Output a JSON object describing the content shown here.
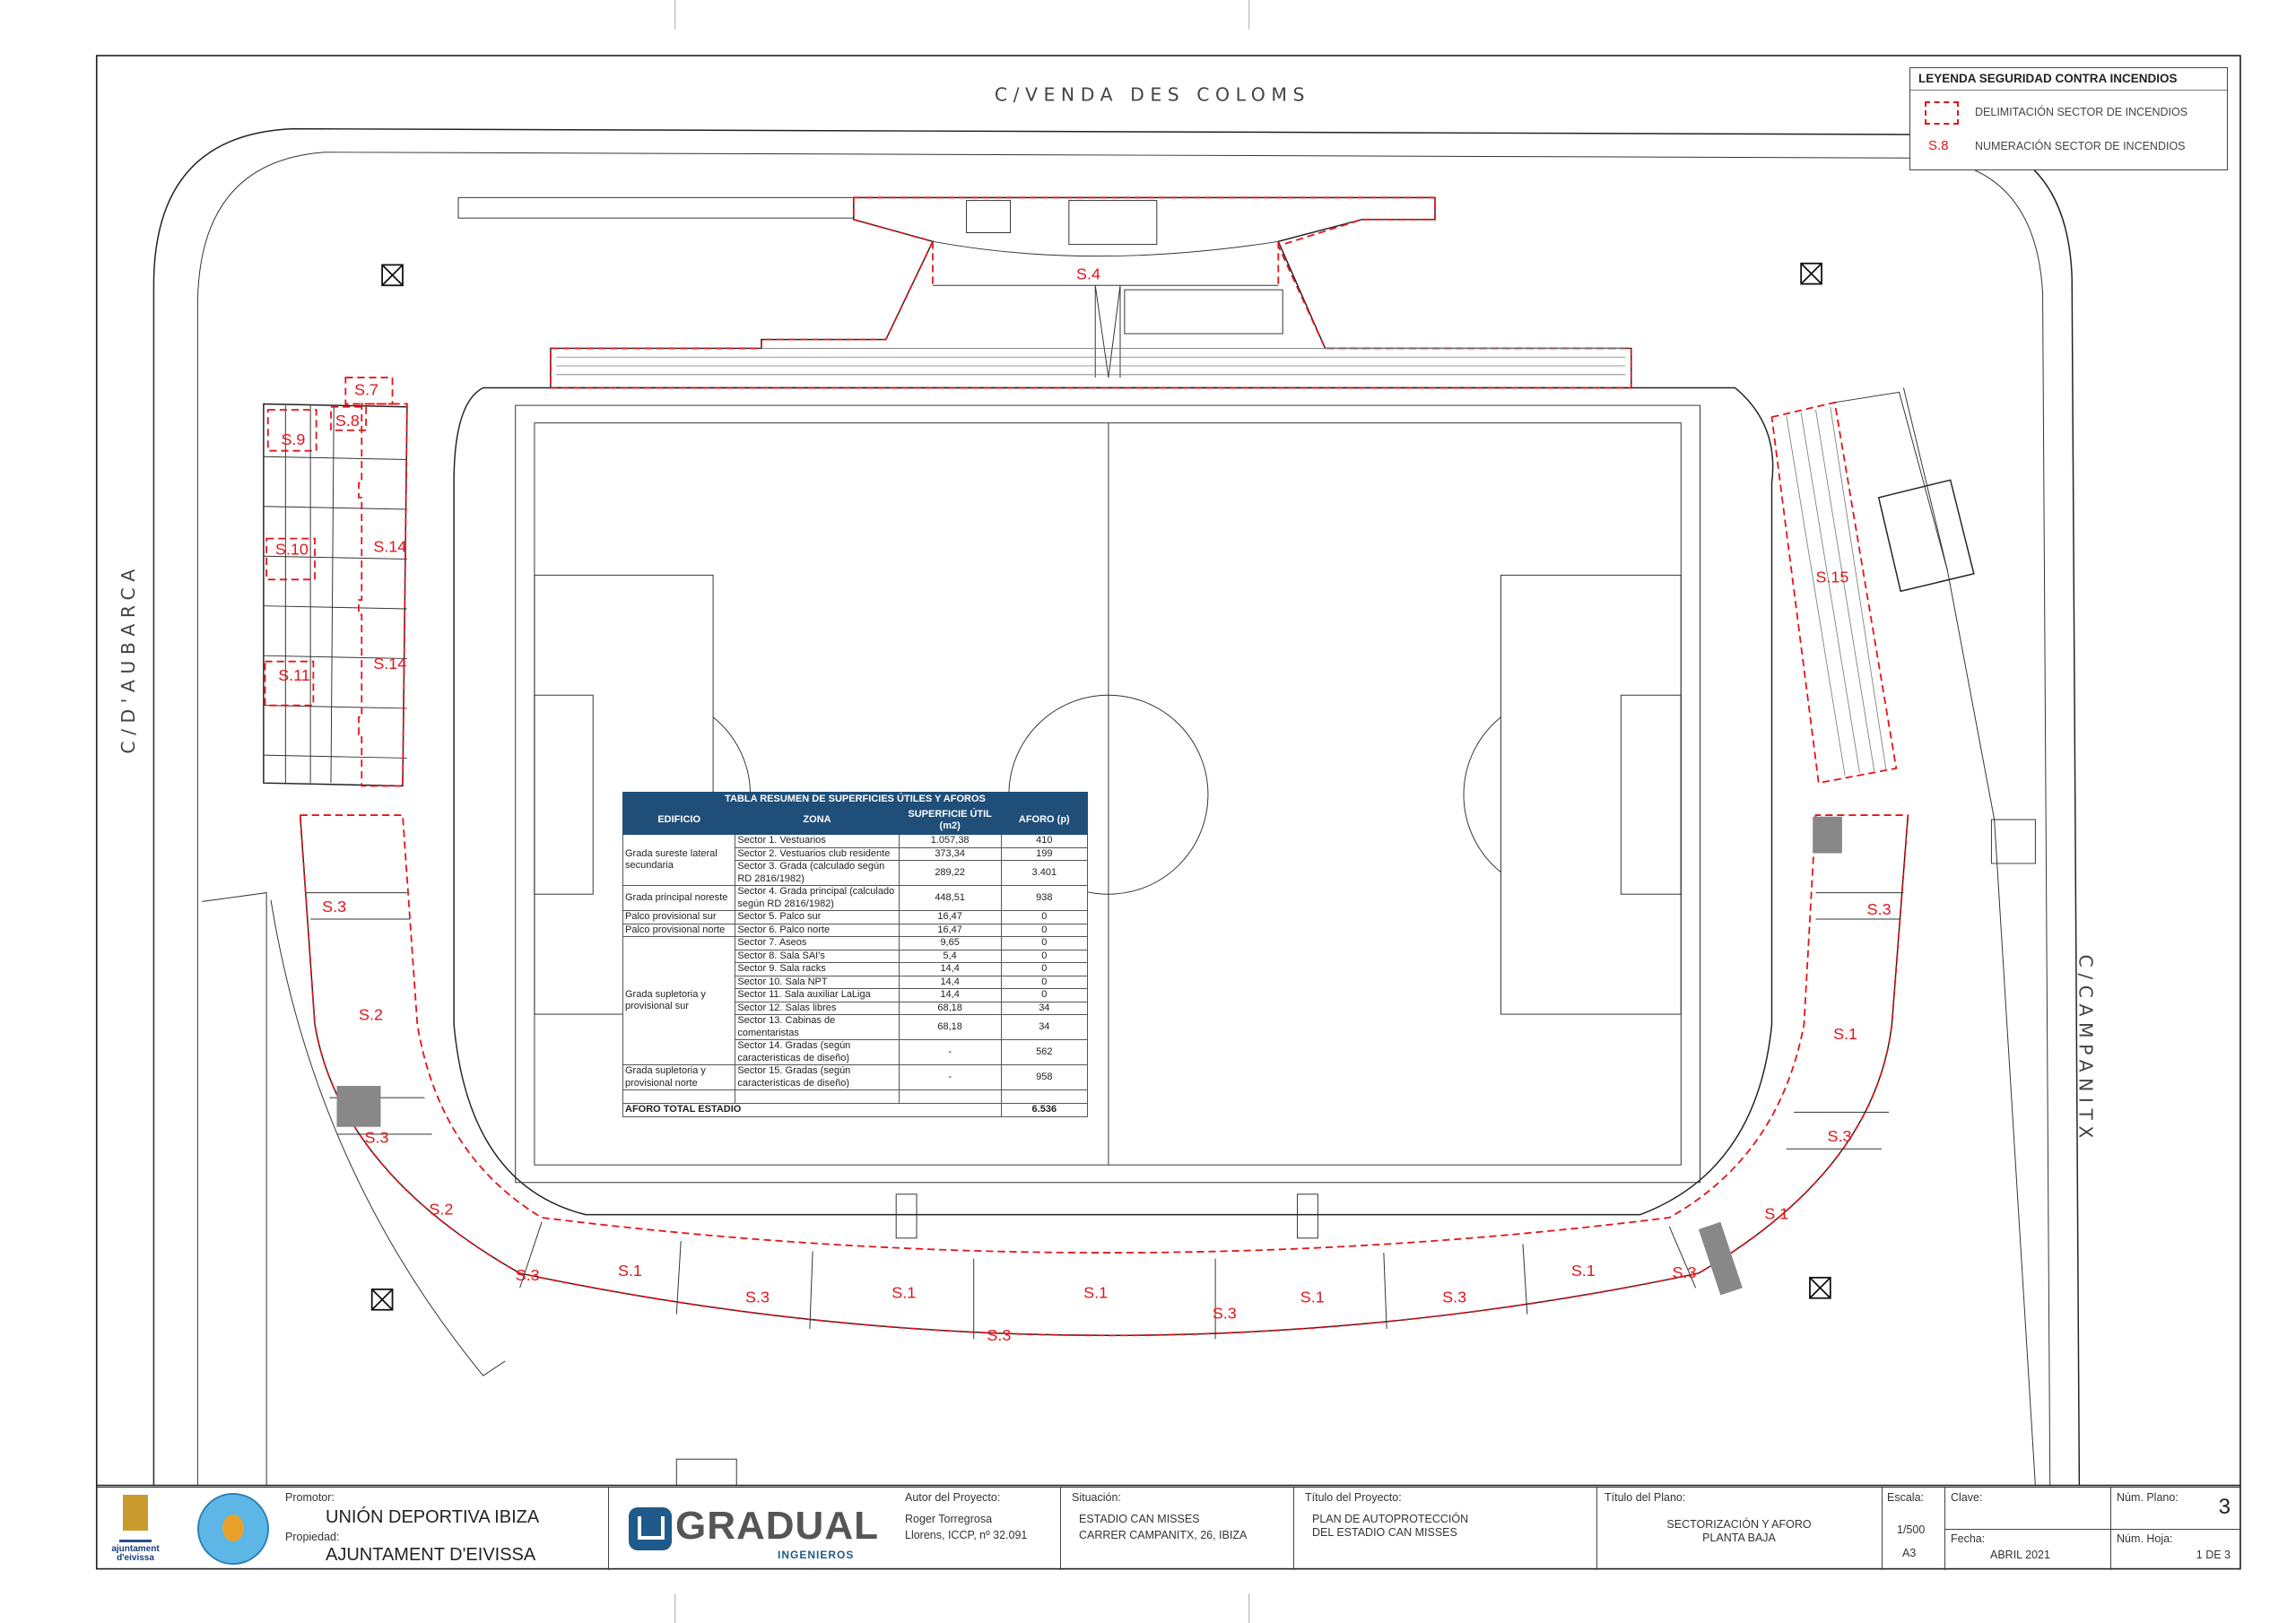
{
  "streets": {
    "north": "C/VENDA DES COLOMS",
    "west": "C/D'AUBARCA",
    "east": "C/CAMPANITX"
  },
  "legend": {
    "title": "LEYENDA SEGURIDAD CONTRA INCENDIOS",
    "items": [
      {
        "symbol": "red-dashed-rectangle",
        "label": "DELIMITACIÓN SECTOR DE INCENDIOS"
      },
      {
        "symbol": "S.8",
        "label": "NUMERACIÓN SECTOR DE INCENDIOS"
      }
    ],
    "accent_color": "#e3141b"
  },
  "plan": {
    "sector_labels": [
      "S.4",
      "S.7",
      "S.8",
      "S.9",
      "S.10",
      "S.11",
      "S.14",
      "S.14",
      "S.15",
      "S.3",
      "S.2",
      "S.3",
      "S.2",
      "S.3",
      "S.1",
      "S.3",
      "S.1",
      "S.3",
      "S.1",
      "S.3",
      "S.1",
      "S.3",
      "S.1",
      "S.3",
      "S.1",
      "S.1",
      "S.3",
      "S.3"
    ]
  },
  "table": {
    "title": "TABLA RESUMEN DE SUPERFICIES ÚTILES Y AFOROS",
    "headers": [
      "EDIFICIO",
      "ZONA",
      "SUPERFICIE ÚTIL (m2)",
      "AFORO (p)"
    ],
    "buildings": [
      "Grada sureste lateral secundaria",
      "Grada principal noreste",
      "Palco provisional sur",
      "Palco provisional norte",
      "Grada supletoria y provisional sur",
      "Grada supletoria y provisional norte"
    ],
    "rows": [
      {
        "zona": "Sector 1. Vestuarios",
        "sup": "1.057,38",
        "aforo": "410"
      },
      {
        "zona": "Sector 2. Vestuarios club residente",
        "sup": "373,34",
        "aforo": "199"
      },
      {
        "zona": "Sector 3. Grada (calculado según RD 2816/1982)",
        "sup": "289,22",
        "aforo": "3.401"
      },
      {
        "zona": "Sector 4. Grada principal (calculado según RD 2816/1982)",
        "sup": "448,51",
        "aforo": "938"
      },
      {
        "zona": "Sector 5. Palco sur",
        "sup": "16,47",
        "aforo": "0"
      },
      {
        "zona": "Sector 6. Palco norte",
        "sup": "16,47",
        "aforo": "0"
      },
      {
        "zona": "Sector 7. Aseos",
        "sup": "9,65",
        "aforo": "0"
      },
      {
        "zona": "Sector 8. Sala SAI's",
        "sup": "5,4",
        "aforo": "0"
      },
      {
        "zona": "Sector 9. Sala racks",
        "sup": "14,4",
        "aforo": "0"
      },
      {
        "zona": "Sector 10. Sala NPT",
        "sup": "14,4",
        "aforo": "0"
      },
      {
        "zona": "Sector 11. Sala auxiliar LaLiga",
        "sup": "14,4",
        "aforo": "0"
      },
      {
        "zona": "Sector 12. Salas libres",
        "sup": "68,18",
        "aforo": "34"
      },
      {
        "zona": "Sector 13. Cabinas de comentaristas",
        "sup": "68,18",
        "aforo": "34"
      },
      {
        "zona": "Sector 14. Gradas (según caracteristicas de diseño)",
        "sup": "-",
        "aforo": "562"
      },
      {
        "zona": "Sector 15. Gradas (según caracteristicas de diseño)",
        "sup": "-",
        "aforo": "958"
      }
    ],
    "total_label": "AFORO TOTAL ESTADIO",
    "total_value": "6.536",
    "header_color": "#1f4e79"
  },
  "title_block": {
    "logos": [
      "ajuntament d'eivissa",
      "IBIZA",
      "GRADUAL INGENIEROS"
    ],
    "promotor_label": "Promotor:",
    "promotor": "UNIÓN DEPORTIVA IBIZA",
    "propiedad_label": "Propiedad:",
    "propiedad": "AJUNTAMENT D'EIVISSA",
    "company": "GRADUAL",
    "company_sub": "INGENIEROS",
    "autor_label": "Autor del Proyecto:",
    "autor_1": "Roger Torregrosa",
    "autor_2": "Llorens, ICCP, nº 32.091",
    "situacion_label": "Situación:",
    "situacion_1": "ESTADIO CAN MISSES",
    "situacion_2": "CARRER CAMPANITX, 26, IBIZA",
    "proyecto_label": "Título del Proyecto:",
    "proyecto_1": "PLAN DE AUTOPROTECCIÓN",
    "proyecto_2": "DEL ESTADIO CAN MISSES",
    "plano_label": "Título del Plano:",
    "plano_1": "SECTORIZACIÓN Y AFORO",
    "plano_2": "PLANTA BAJA",
    "escala_label": "Escala:",
    "escala": "1/500",
    "formato": "A3",
    "clave_label": "Clave:",
    "fecha_label": "Fecha:",
    "fecha": "ABRIL 2021",
    "num_plano_label": "Núm. Plano:",
    "num_plano": "3",
    "num_hoja_label": "Núm. Hoja:",
    "num_hoja": "1 DE 3"
  }
}
